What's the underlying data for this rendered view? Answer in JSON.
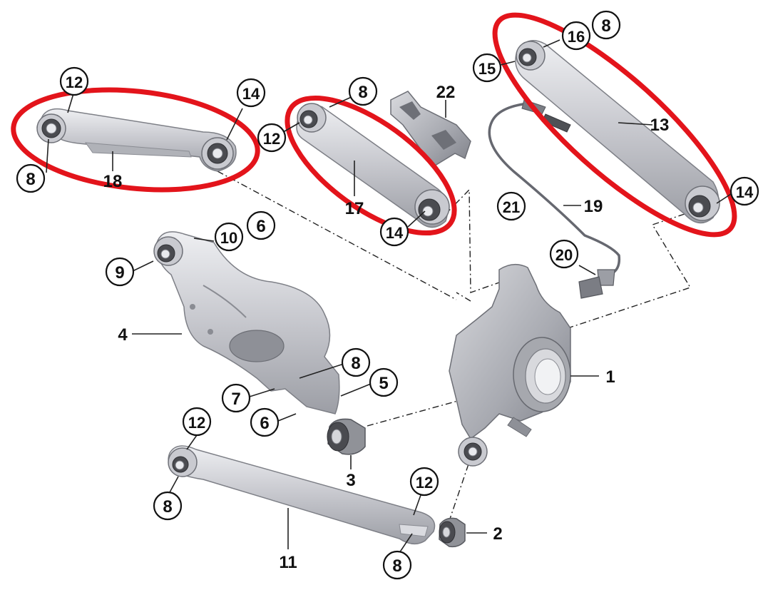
{
  "diagram": {
    "colors": {
      "highlight": "#e3141b",
      "part_metal": "#c7c8ce",
      "line": "#222222"
    },
    "callouts": {
      "c1": "1",
      "c2": "2",
      "c3": "3",
      "c4": "4",
      "c5": "5",
      "c6a": "6",
      "c6b": "6",
      "c7": "7",
      "c8a": "8",
      "c8b": "8",
      "c8c": "8",
      "c8d": "8",
      "c8e": "8",
      "c8f": "8",
      "c9": "9",
      "c10": "10",
      "c11": "11",
      "c12a": "12",
      "c12b": "12",
      "c12c": "12",
      "c12d": "12",
      "c13": "13",
      "c14a": "14",
      "c14b": "14",
      "c14c": "14",
      "c15": "15",
      "c16": "16",
      "c17": "17",
      "c18": "18",
      "c19": "19",
      "c20": "20",
      "c21": "21",
      "c22": "22"
    }
  }
}
